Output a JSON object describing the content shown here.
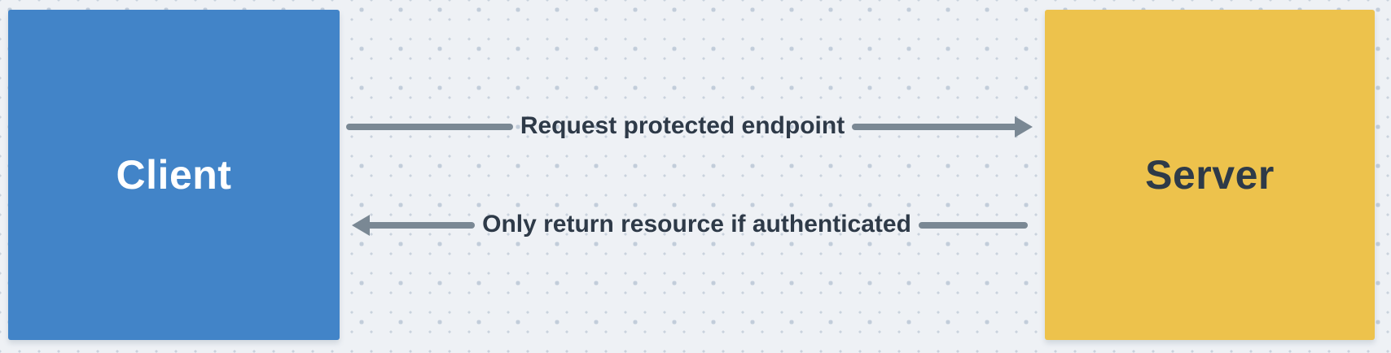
{
  "diagram": {
    "type": "flow",
    "nodes": [
      {
        "id": "client",
        "label": "Client",
        "fill": "#4284c8",
        "text_color": "#ffffff"
      },
      {
        "id": "server",
        "label": "Server",
        "fill": "#edc24c",
        "text_color": "#2e3a48"
      }
    ],
    "edges": [
      {
        "id": "request",
        "from": "client",
        "to": "server",
        "direction": "right",
        "label": "Request protected endpoint"
      },
      {
        "id": "response",
        "from": "server",
        "to": "client",
        "direction": "left",
        "label": "Only return resource if authenticated"
      }
    ],
    "colors": {
      "background": "#eef1f5",
      "dot_small": "#c9d2dd",
      "dot_large": "#c2cdda",
      "arrow": "#7a8894",
      "label_text": "#2e3a48"
    }
  }
}
